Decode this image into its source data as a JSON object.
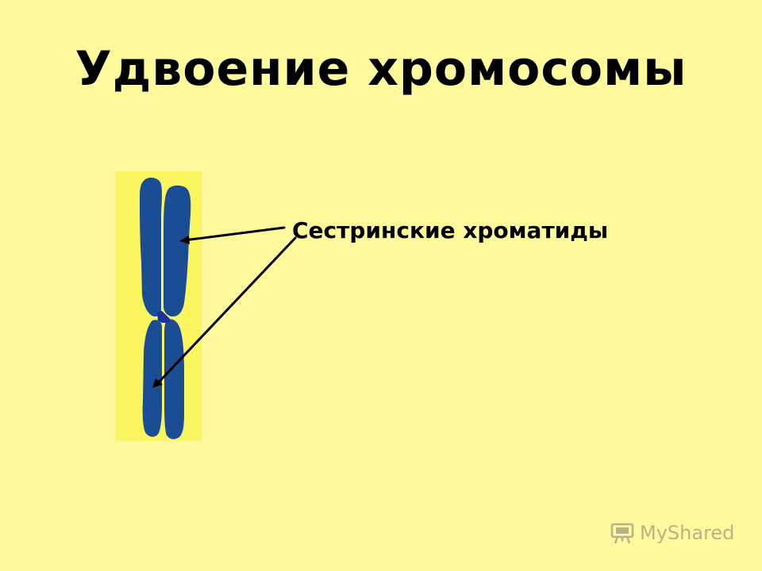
{
  "slide": {
    "title": "Удвоение хромосомы",
    "label": "Сестринские хроматиды"
  },
  "watermark": {
    "text": "MyShared",
    "icon": "presentation-board-icon"
  },
  "colors": {
    "background": "#fdf99c",
    "chromosome_panel": "#fbf560",
    "chromatid": "#1a4d94",
    "centromere": "#1f2fa0",
    "pointer": "#000000"
  }
}
